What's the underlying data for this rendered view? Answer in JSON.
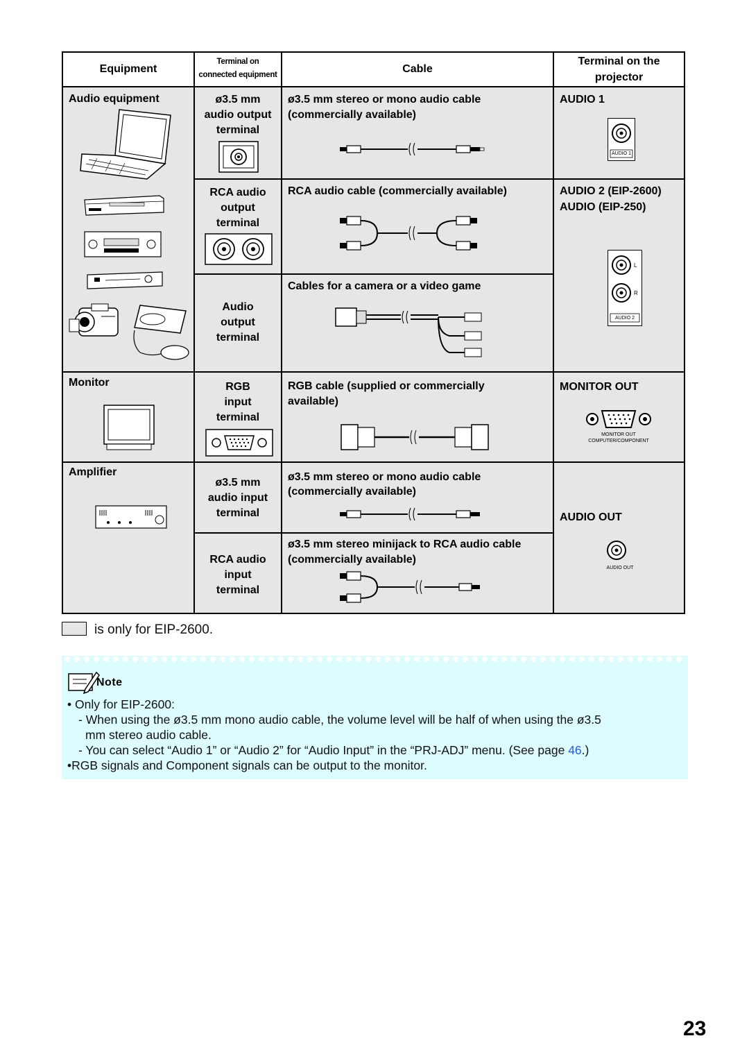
{
  "table": {
    "headers": {
      "equipment": "Equipment",
      "terminal_on_equipment_line1": "Terminal on",
      "terminal_on_equipment_line2": "connected equipment",
      "cable": "Cable",
      "terminal_projector_line1": "Terminal on the",
      "terminal_projector_line2": "projector"
    },
    "audio_equipment": {
      "label": "Audio equipment",
      "row1": {
        "terminal": [
          "ø3.5 mm",
          "audio output",
          "terminal"
        ],
        "cable": [
          "ø3.5 mm stereo or mono audio cable",
          "(commercially available)"
        ],
        "projector": "AUDIO 1",
        "jack_label": "AUDIO 1"
      },
      "row2": {
        "terminal": [
          "RCA audio",
          "output",
          "terminal"
        ],
        "cable": [
          "RCA audio cable (commercially available)"
        ],
        "projector": [
          "AUDIO 2 (EIP-2600)",
          "AUDIO  (EIP-250)"
        ],
        "jack_l": "L",
        "jack_r": "R",
        "jack_label": "AUDIO 2"
      },
      "row3": {
        "terminal": [
          "Audio",
          "output",
          "terminal"
        ],
        "cable": [
          "Cables for a camera or a video game"
        ]
      }
    },
    "monitor": {
      "label": "Monitor",
      "terminal": [
        "RGB",
        "input",
        "terminal"
      ],
      "cable": [
        "RGB cable (supplied or commercially",
        "available)"
      ],
      "projector": "MONITOR OUT",
      "jack_label_1": "MONITOR OUT",
      "jack_label_2": "COMPUTER/COMPONENT"
    },
    "amplifier": {
      "label": "Amplifier",
      "row1": {
        "terminal": [
          "ø3.5 mm",
          "audio input",
          "terminal"
        ],
        "cable": [
          "ø3.5 mm stereo or mono audio cable",
          "(commercially available)"
        ]
      },
      "row2": {
        "terminal": [
          "RCA audio",
          "input",
          "terminal"
        ],
        "cable": [
          "ø3.5 mm stereo minijack to RCA audio cable",
          "(commercially available)"
        ]
      },
      "projector": "AUDIO OUT",
      "jack_label": "AUDIO OUT"
    }
  },
  "legend": {
    "text": "is only for EIP-2600."
  },
  "note": {
    "title": "Note",
    "line1": "Only for EIP-2600:",
    "line2a": "When using the ø3.5 mm mono audio cable, the volume level will be half of when using the ø3.5",
    "line2b": "mm stereo audio cable.",
    "line3_pre": "You can select “Audio 1” or “Audio 2” for “Audio Input” in the “PRJ-ADJ” menu. (See page ",
    "line3_link": "46",
    "line3_post": ".)",
    "line4": "RGB signals and Component signals can be output to the monitor."
  },
  "page_number": "23",
  "colors": {
    "cell_bg": "#e6e6e6",
    "note_bg": "#dcfcfd",
    "link": "#2a5bd7"
  }
}
